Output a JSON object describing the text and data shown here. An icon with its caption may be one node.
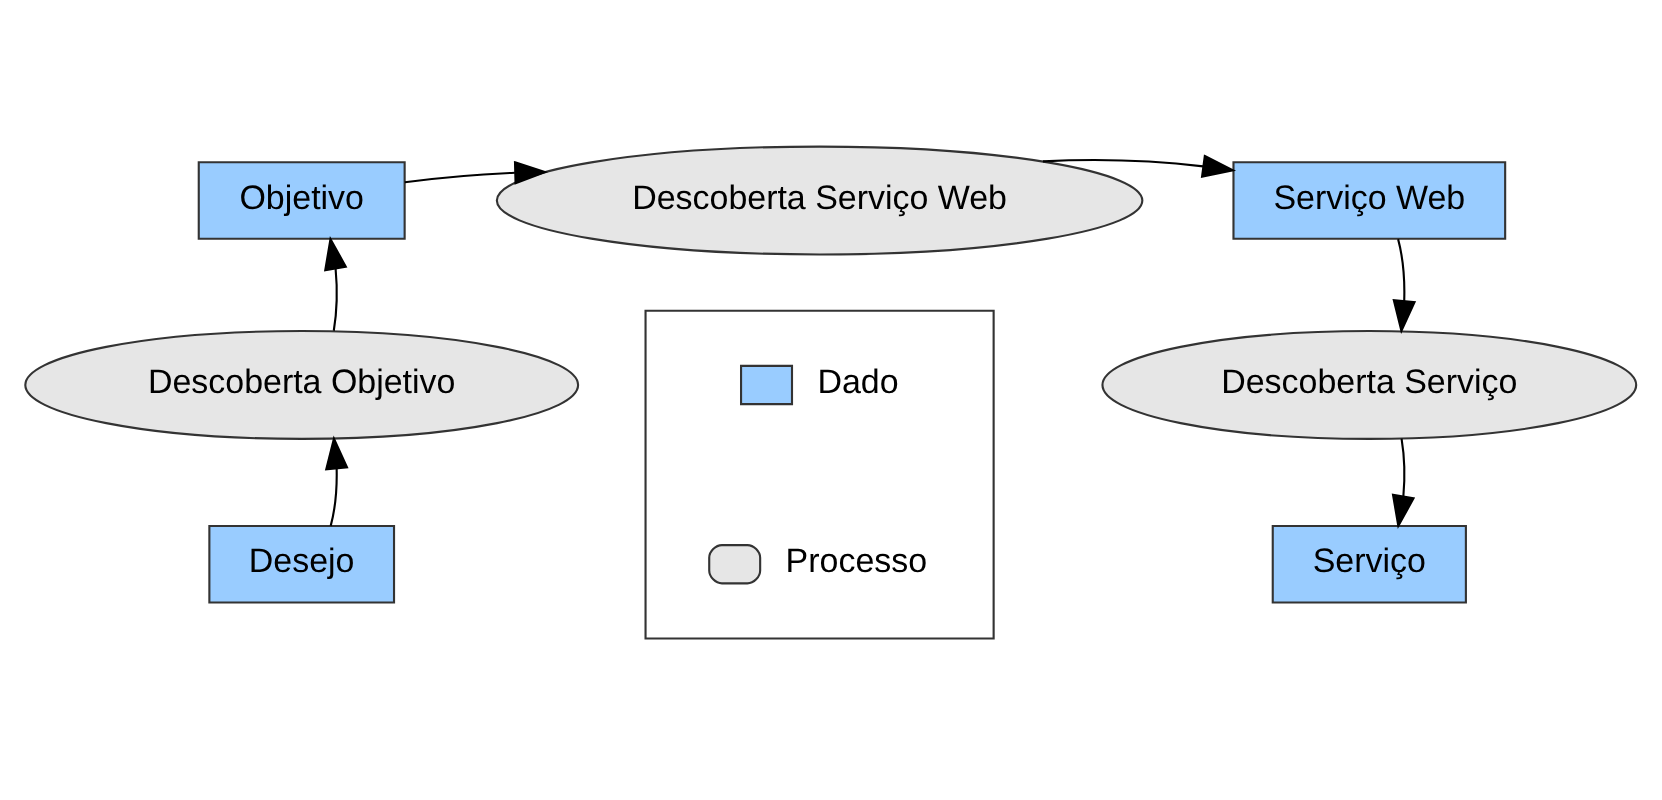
{
  "diagram": {
    "nodes": [
      {
        "text": [
          "Objetivo"
        ]
      },
      {
        "text": [
          "Descoberta Serviço Web"
        ]
      },
      {
        "text": [
          "Serviço Web"
        ]
      },
      {
        "text": [
          "Descoberta Objetivo"
        ]
      },
      {
        "text": [
          "Descoberta Serviço"
        ]
      },
      {
        "text": [
          "Desejo"
        ]
      },
      {
        "text": [
          "Serviço"
        ]
      },
      {
        "text": [],
        "shape": "box"
      }
    ],
    "edges": [
      {
        "from": 5,
        "to": 3,
        "arrow": "to"
      },
      {
        "from": 3,
        "to": 0,
        "arrow": "to"
      },
      {
        "from": 0,
        "to": 1,
        "arrow": "to"
      },
      {
        "from": 1,
        "to": 2,
        "arrow": "to"
      },
      {
        "from": 2,
        "to": 4,
        "arrow": "to"
      },
      {
        "from": 4,
        "to": 6,
        "arrow": "to"
      }
    ],
    "legend": [
      {
        "text": "Dado",
        "color": "#99ccff"
      },
      {
        "text": "Processo",
        "color": "#e6e6e6"
      }
    ]
  }
}
